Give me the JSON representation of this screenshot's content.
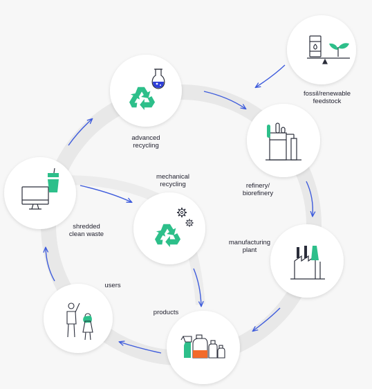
{
  "colors": {
    "background": "#f7f7f7",
    "ring": "#e8e8e8",
    "node_fill": "#ffffff",
    "arrow": "#3d5bdc",
    "accent_green": "#2dbf8a",
    "accent_blue": "#2f3fd8",
    "accent_orange": "#f26b2a",
    "line_dark": "#2a2d3a",
    "text": "#1e1e2c"
  },
  "nodes": [
    {
      "id": "feedstock",
      "icon": "oil-barrel-and-sprout-icon",
      "label_lines": [
        "fossil/renewable",
        "feedstock"
      ]
    },
    {
      "id": "refinery",
      "icon": "refinery-icon",
      "label_lines": [
        "refinery/",
        "biorefinery"
      ]
    },
    {
      "id": "manufacturing",
      "icon": "factory-icon",
      "label_lines": [
        "manufacturing",
        "plant"
      ]
    },
    {
      "id": "products",
      "icon": "bottles-icon",
      "label_lines": [
        "products"
      ]
    },
    {
      "id": "users",
      "icon": "users-icon",
      "label_lines": [
        "users"
      ]
    },
    {
      "id": "waste",
      "icon": "monitor-and-cup-icon",
      "label_lines": [
        "shredded",
        "clean waste"
      ]
    },
    {
      "id": "advanced",
      "icon": "recycle-flask-icon",
      "label_lines": [
        "advanced",
        "recycling"
      ]
    },
    {
      "id": "mechanical",
      "icon": "recycle-gears-icon",
      "label_lines": [
        "mechanical",
        "recycling"
      ]
    }
  ]
}
